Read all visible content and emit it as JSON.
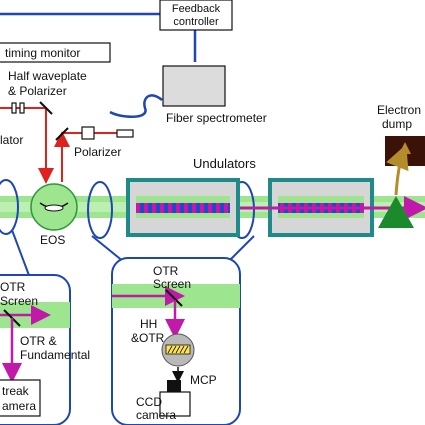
{
  "labels": {
    "feedback_line1": "Feedback",
    "feedback_line2": "controller",
    "timing_monitor": "timing monitor",
    "half_waveplate_line1": "Half waveplate",
    "half_waveplate_line2": "& Polarizer",
    "lator": "lator",
    "polarizer": "Polarizer",
    "fiber_spectrometer": "Fiber spectrometer",
    "undulators": "Undulators",
    "electron_line1": "Electron",
    "electron_line2": "dump",
    "eos": "EOS",
    "otr_screen_left_line1": "OTR",
    "otr_screen_left_line2": "Screen",
    "otr_fund_line1": "OTR &",
    "otr_fund_line2": "Fundamental",
    "streak_line1": "treak",
    "streak_line2": "amera",
    "otr_screen_mid_line1": "OTR",
    "otr_screen_mid_line2": "Screen",
    "hh_line1": "HH",
    "hh_line2": "&OTR",
    "mcp": "MCP",
    "ccd_line1": "CCD",
    "ccd_line2": "camera"
  },
  "colors": {
    "beam_green": "#9de68f",
    "beam_magenta": "#c21aa8",
    "laser_red": "#e0221d",
    "cable_blue": "#1e46b4",
    "undulator_teal": "#1f8a8a",
    "undulator_box": "#d6d6d6",
    "dump_box": "#3a1208",
    "dump_arrow": "#b58c2c",
    "dump_triangle": "#1a8a2a"
  }
}
